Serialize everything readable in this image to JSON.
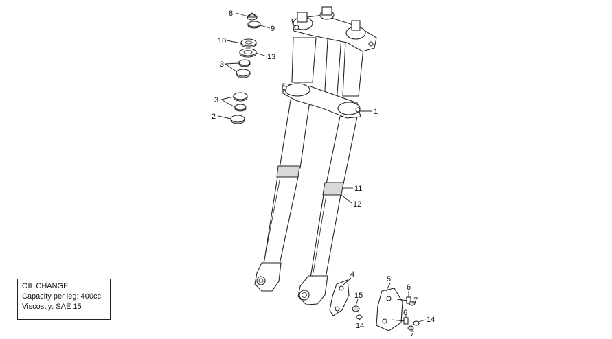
{
  "callouts": {
    "c1": "1",
    "c2": "2",
    "c3a": "3",
    "c3b": "3",
    "c4": "4",
    "c5": "5",
    "c6a": "6",
    "c6b": "6",
    "c7a": "7",
    "c7b": "7",
    "c8": "8",
    "c9": "9",
    "c10": "10",
    "c11": "11",
    "c12": "12",
    "c13": "13",
    "c14a": "14",
    "c14b": "14",
    "c15": "15"
  },
  "note": {
    "title": "OIL CHANGE",
    "capacity": "Capacity per leg: 400cc",
    "viscosity": "Viscostiy: SAE 15"
  }
}
